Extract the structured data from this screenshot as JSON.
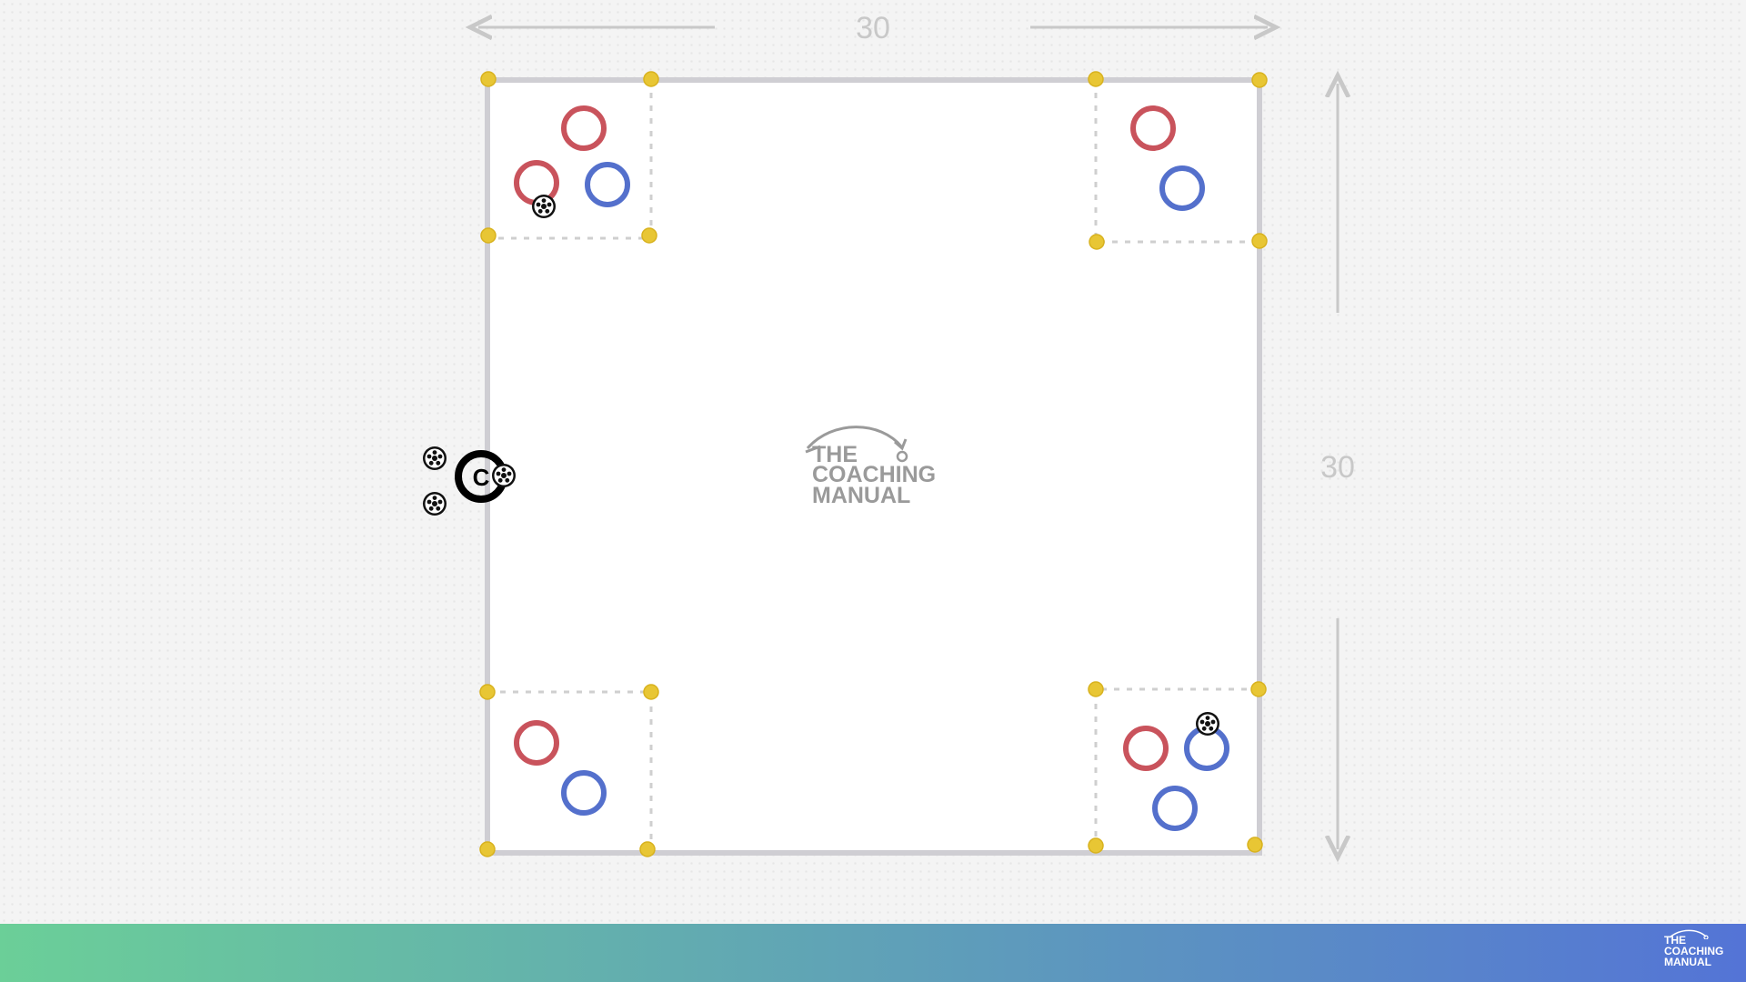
{
  "dimensions": {
    "width_label": "30",
    "height_label": "30"
  },
  "watermark": {
    "lines": [
      "THE",
      "COACHING",
      "MANUAL"
    ]
  },
  "footer": {
    "logo_lines": [
      "THE",
      "COACHING",
      "MANUAL"
    ]
  },
  "coach": {
    "label": "C"
  },
  "colors": {
    "pitch_line": "#cfced3",
    "cone": "#e8c634",
    "cone_stroke": "#d8b21e",
    "red_player": "#c9535c",
    "blue_player": "#5470cc",
    "dashed_zone": "#cfcfcf",
    "dimension": "#c8c8c8",
    "footer_gradient_start": "#6bcf98",
    "footer_gradient_end": "#5474d6"
  },
  "icons": {
    "ball": "soccer-ball-icon",
    "cone": "cone-marker-icon",
    "player": "player-ring-icon",
    "coach": "coach-icon",
    "logo": "coaching-manual-logo-icon"
  }
}
